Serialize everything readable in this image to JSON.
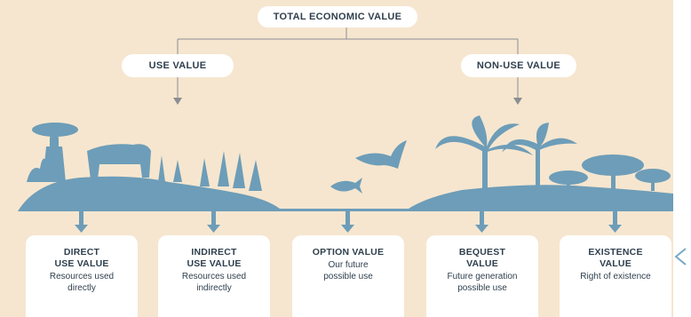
{
  "colors": {
    "background": "#f6e6cf",
    "silhouette": "#6d9db8",
    "arrow": "#6d9db8",
    "text": "#2f3f4d"
  },
  "header": {
    "total_label": "TOTAL ECONOMIC VALUE",
    "use_label": "USE VALUE",
    "non_use_label": "NON-USE VALUE"
  },
  "cards": [
    {
      "title": "DIRECT\nUSE VALUE",
      "desc": "Resources used\ndirectly"
    },
    {
      "title": "INDIRECT\nUSE VALUE",
      "desc": "Resources used\nindirectly"
    },
    {
      "title": "OPTION VALUE",
      "desc": "Our future\npossible use"
    },
    {
      "title": "BEQUEST\nVALUE",
      "desc": "Future generation\npossible use"
    },
    {
      "title": "EXISTENCE\nVALUE",
      "desc": "Right of existence"
    }
  ],
  "icons": {
    "nav": "chevron-left-icon"
  }
}
